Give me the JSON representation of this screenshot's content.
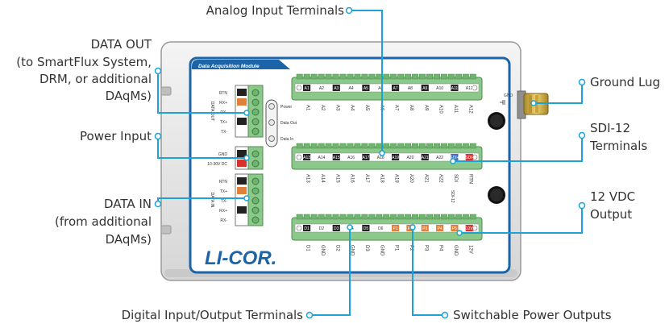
{
  "callouts": {
    "analog_input": "Analog Input Terminals",
    "data_out": [
      "DATA OUT",
      "(to SmartFlux System,",
      "DRM, or additional",
      "DAqMs)"
    ],
    "power_input": "Power Input",
    "data_in": [
      "DATA IN",
      "(from additional",
      "DAqMs)"
    ],
    "ground_lug": "Ground Lug",
    "sdi12": [
      "SDI-12",
      "Terminals"
    ],
    "vdc12": [
      "12 VDC",
      "Output"
    ],
    "digital_io": "Digital Input/Output Terminals",
    "switchable_power": "Switchable Power Outputs"
  },
  "device": {
    "header_title": "Data Acquisition Module",
    "brand_logo": "LI-COR.",
    "gnd_label": "GND",
    "leds": [
      "Power",
      "Data Out",
      "Data In"
    ],
    "left_block": {
      "data_out_label": "DATA OUT",
      "data_out_pins": [
        "RTN",
        "RX+",
        "RX-",
        "TX+",
        "TX-"
      ],
      "power_pins": [
        "GND",
        "10-30V DC"
      ],
      "data_in_label": "DATA IN",
      "data_in_pins": [
        "RTN",
        "TX+",
        "TX-",
        "RX+",
        "RX-"
      ]
    },
    "row1": {
      "chips": [
        "A1",
        "A2",
        "A3",
        "A4",
        "A5",
        "A6",
        "A7",
        "A8",
        "A9",
        "A10",
        "A11",
        "A12"
      ],
      "labels": [
        "A1",
        "A2",
        "A3",
        "A4",
        "A5",
        "A6",
        "A7",
        "A8",
        "A9",
        "A10",
        "A11",
        "A12"
      ]
    },
    "row2": {
      "chips": [
        "A13",
        "A14",
        "A15",
        "A16",
        "A17",
        "A18",
        "A19",
        "A20",
        "A21",
        "A22",
        "SDI+",
        "SDI-"
      ],
      "labels": [
        "A13",
        "A14",
        "A15",
        "A16",
        "A17",
        "A18",
        "A19",
        "A20",
        "A21",
        "A22",
        "SDI",
        "RTN"
      ],
      "group_label": "SDI-12"
    },
    "row3": {
      "chips": [
        "D1",
        "D2",
        "D3",
        "D4",
        "D5",
        "D6",
        "P1",
        "P2",
        "P3",
        "P4",
        "P5",
        "12V"
      ],
      "labels": [
        "D1",
        "GND",
        "D2",
        "GND",
        "D3",
        "GND",
        "P1",
        "P2",
        "P3",
        "P4",
        "GND",
        "12V"
      ]
    }
  },
  "colors": {
    "accent_line": "#1ba3d8",
    "panel_blue": "#1c64a8",
    "terminal_green": "#8bc98a",
    "chip_dark": "#222222",
    "chip_orange": "#e0803a",
    "chip_red": "#d8322e",
    "chip_blue": "#3f6cc4",
    "lug_gold": "#d9b13a"
  }
}
